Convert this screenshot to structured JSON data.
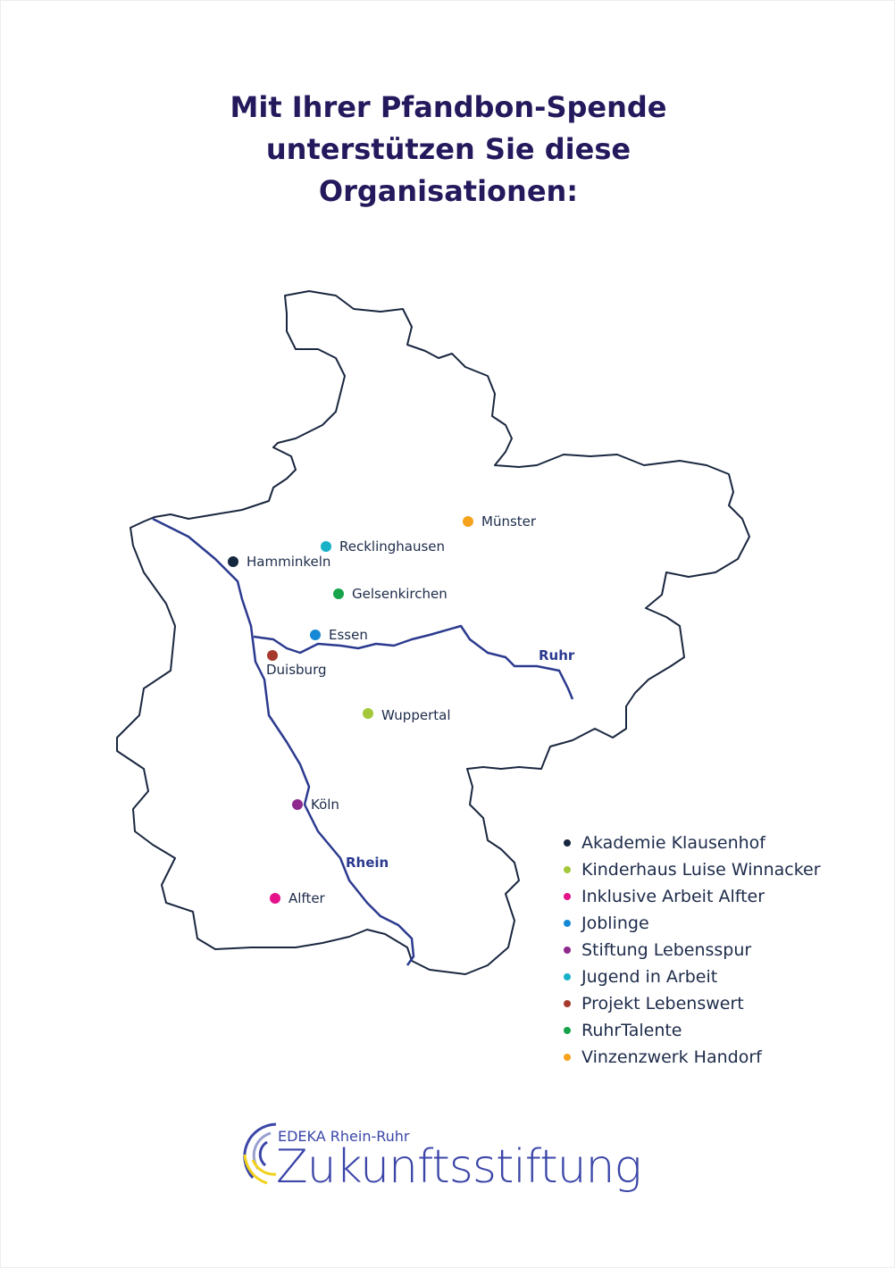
{
  "title": [
    "Mit Ihrer Pfandbon-Spende",
    "unterstützen Sie diese",
    "Organisationen:"
  ],
  "map": {
    "rivers": {
      "rhein": "Rhein",
      "ruhr": "Ruhr"
    },
    "cities": [
      {
        "name": "Münster",
        "color": "#f5a21d"
      },
      {
        "name": "Recklinghausen",
        "color": "#18b2c8"
      },
      {
        "name": "Hamminkeln",
        "color": "#15263f"
      },
      {
        "name": "Gelsenkirchen",
        "color": "#16a34a"
      },
      {
        "name": "Essen",
        "color": "#1689d6"
      },
      {
        "name": "Duisburg",
        "color": "#a63a2e"
      },
      {
        "name": "Wuppertal",
        "color": "#a3c93a"
      },
      {
        "name": "Köln",
        "color": "#8e2a8e"
      },
      {
        "name": "Alfter",
        "color": "#e5128a"
      }
    ]
  },
  "legend": [
    {
      "label": "Akademie Klausenhof",
      "color": "#15263f"
    },
    {
      "label": "Kinderhaus Luise Winnacker",
      "color": "#a3c93a"
    },
    {
      "label": "Inklusive Arbeit Alfter",
      "color": "#e5128a"
    },
    {
      "label": "Joblinge",
      "color": "#1689d6"
    },
    {
      "label": "Stiftung Lebensspur",
      "color": "#8e2a8e"
    },
    {
      "label": "Jugend in Arbeit",
      "color": "#18b2c8"
    },
    {
      "label": "Projekt Lebenswert",
      "color": "#a63a2e"
    },
    {
      "label": "RuhrTalente",
      "color": "#16a34a"
    },
    {
      "label": "Vinzenzwerk Handorf",
      "color": "#f5a21d"
    }
  ],
  "logo": {
    "subtitle": "EDEKA Rhein-Ruhr",
    "name": "Zukunftsstiftung"
  }
}
